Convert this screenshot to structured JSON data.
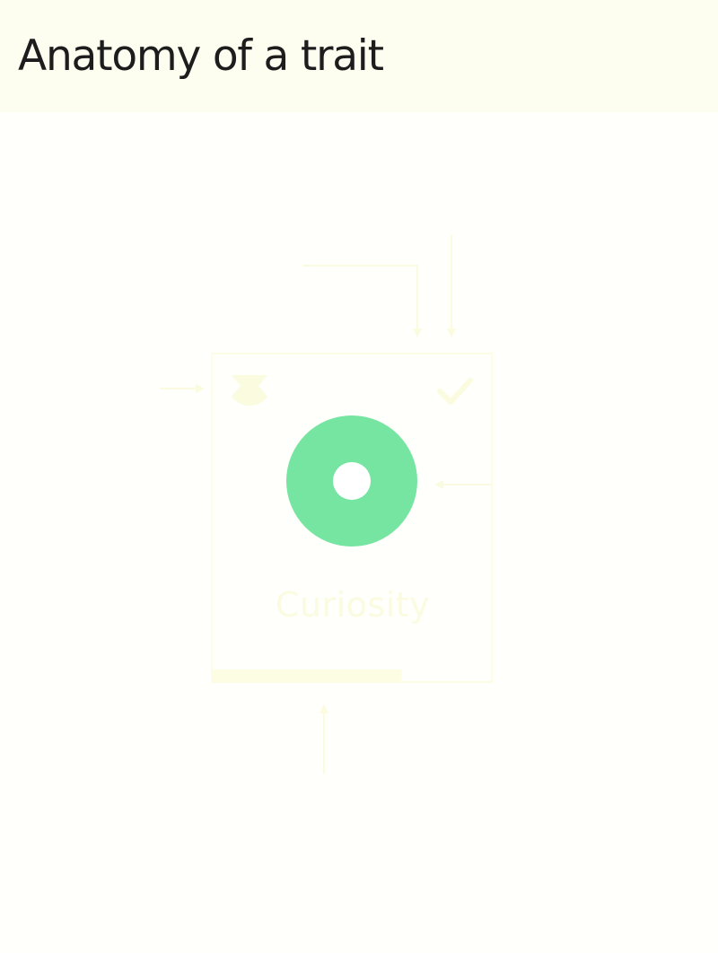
{
  "page": {
    "title": "Anatomy of a trait"
  },
  "trait_card": {
    "name": "Curiosity",
    "level_fraction": 0.68,
    "colors": {
      "ring": "#76e5a1",
      "card_border": "#fdfde6",
      "arrows": "#fbfbe0",
      "progress": "#fdfde4",
      "label": "#fbfbe2"
    },
    "icons": [
      "trait-type-icon",
      "checkmark-icon",
      "trait-ring-icon"
    ]
  }
}
